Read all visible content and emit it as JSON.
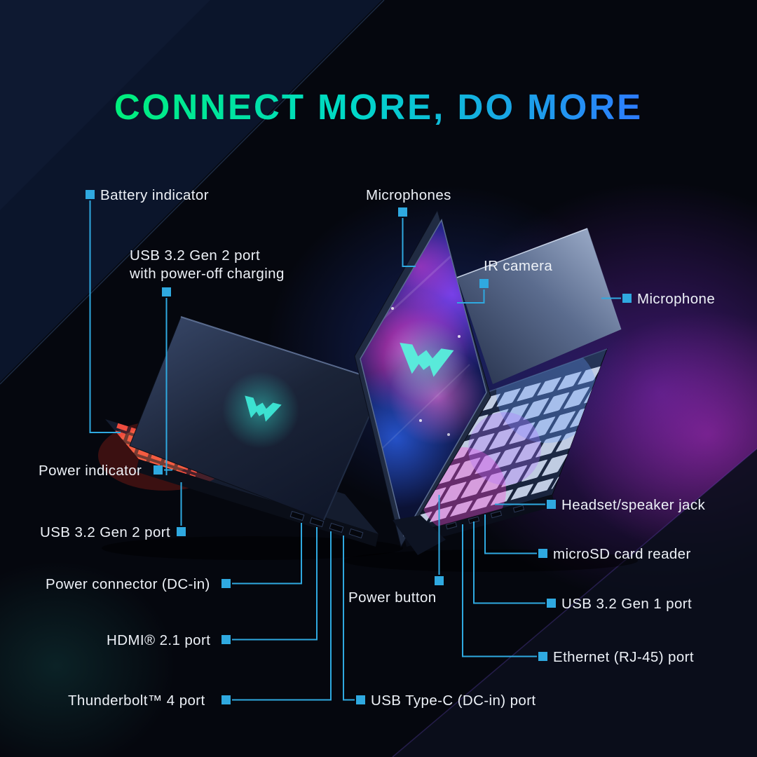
{
  "title": "CONNECT MORE, DO MORE",
  "colors": {
    "accent": "#2FA9E0",
    "title_gradient_start": "#00EF7C",
    "title_gradient_mid": "#00D8C8",
    "title_gradient_end": "#2E7BFF",
    "label_text": "#EDF1F7",
    "logo_glow": "#3DE8D6",
    "screen_magenta": "#FF3FD4",
    "screen_purple": "#8A46FF",
    "background": "#05070E"
  },
  "callouts": {
    "battery": {
      "label": "Battery indicator"
    },
    "usb2_charging": {
      "label_line1": "USB 3.2 Gen 2 port",
      "label_line2": "with power-off charging"
    },
    "microphones": {
      "label": "Microphones"
    },
    "ir_camera": {
      "label": "IR camera"
    },
    "microphone_right": {
      "label": "Microphone"
    },
    "power_indicator": {
      "label": "Power indicator"
    },
    "usb2_left": {
      "label": "USB 3.2 Gen 2 port"
    },
    "power_connector": {
      "label": "Power connector (DC-in)"
    },
    "hdmi": {
      "label": "HDMI® 2.1 port"
    },
    "thunderbolt": {
      "label": "Thunderbolt™ 4 port"
    },
    "power_button": {
      "label": "Power button"
    },
    "usb_c": {
      "label": "USB Type-C (DC-in) port"
    },
    "headset": {
      "label": "Headset/speaker jack"
    },
    "microsd": {
      "label": "microSD card reader"
    },
    "usb1": {
      "label": "USB 3.2 Gen 1 port"
    },
    "ethernet": {
      "label": "Ethernet (RJ-45) port"
    }
  }
}
